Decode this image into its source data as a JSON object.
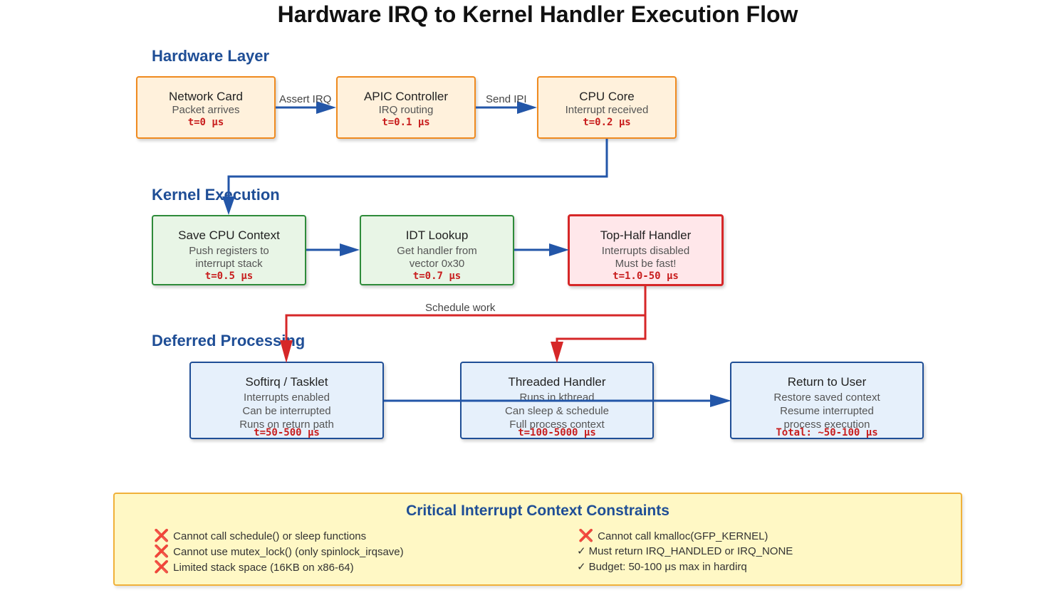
{
  "title": "Hardware IRQ to Kernel Handler Execution Flow",
  "sections": {
    "hardware": "Hardware Layer",
    "kernel": "Kernel Execution",
    "deferred": "Deferred Processing"
  },
  "boxes": {
    "network_card": {
      "title": "Network Card",
      "lines": [
        "Packet arrives"
      ],
      "time": "t=0 μs"
    },
    "apic": {
      "title": "APIC Controller",
      "lines": [
        "IRQ routing"
      ],
      "time": "t=0.1 μs"
    },
    "cpu_core": {
      "title": "CPU Core",
      "lines": [
        "Interrupt received"
      ],
      "time": "t=0.2 μs"
    },
    "save_ctx": {
      "title": "Save CPU Context",
      "lines": [
        "Push registers to",
        "interrupt stack"
      ],
      "time": "t=0.5 μs"
    },
    "idt": {
      "title": "IDT Lookup",
      "lines": [
        "Get handler from",
        "vector 0x30"
      ],
      "time": "t=0.7 μs"
    },
    "top_half": {
      "title": "Top-Half Handler",
      "lines": [
        "Interrupts disabled",
        "Must be fast!"
      ],
      "time": "t=1.0-50 μs"
    },
    "softirq": {
      "title": "Softirq / Tasklet",
      "lines": [
        "Interrupts enabled",
        "Can be interrupted",
        "Runs on return path"
      ],
      "time": "t=50-500 μs"
    },
    "threaded": {
      "title": "Threaded Handler",
      "lines": [
        "Runs in kthread",
        "Can sleep & schedule",
        "Full process context"
      ],
      "time": "t=100-5000 μs"
    },
    "return_user": {
      "title": "Return to User",
      "lines": [
        "Restore saved context",
        "Resume interrupted",
        "process execution"
      ],
      "time": "Total: ~50-100 μs"
    }
  },
  "arrow_labels": {
    "assert_irq": "Assert IRQ",
    "send_ipi": "Send IPI",
    "schedule_work": "Schedule work"
  },
  "constraints": {
    "title": "Critical Interrupt Context Constraints",
    "left": [
      {
        "mark": "❌",
        "text": "Cannot call schedule() or sleep functions"
      },
      {
        "mark": "❌",
        "text": "Cannot use mutex_lock() (only spinlock_irqsave)"
      },
      {
        "mark": "❌",
        "text": "Limited stack space (16KB on x86-64)"
      }
    ],
    "right": [
      {
        "mark": "❌",
        "text": "Cannot call kmalloc(GFP_KERNEL)"
      },
      {
        "mark": "✓",
        "text": "Must return IRQ_HANDLED or IRQ_NONE"
      },
      {
        "mark": "✓",
        "text": "Budget: 50-100 μs max in hardirq"
      }
    ]
  },
  "colors": {
    "hardware_border": "#ef8a1f",
    "kernel_border": "#2e8b3a",
    "tophalf_border": "#d62728",
    "deferred_border": "#1f4e96",
    "blue_arrow": "#2356a8",
    "red_arrow": "#d62728"
  }
}
